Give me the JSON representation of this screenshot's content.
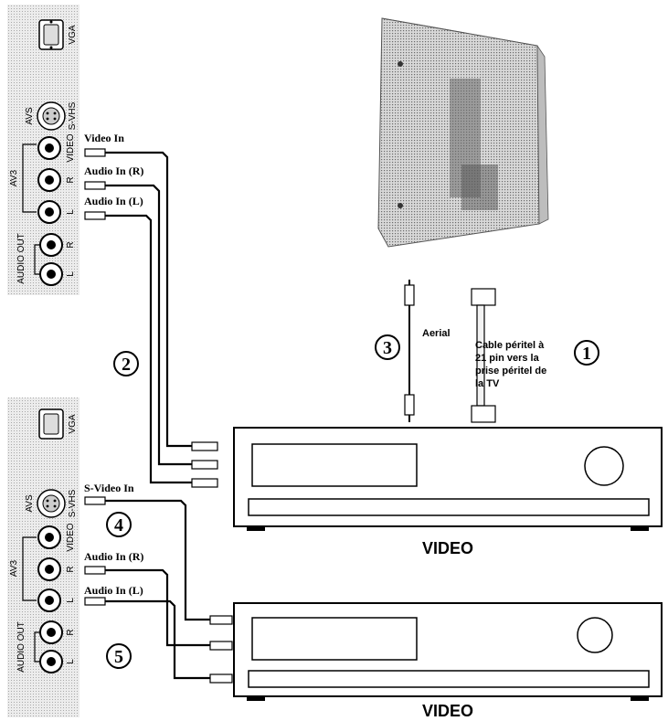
{
  "panel": {
    "vga": "VGA",
    "avs": "AVS",
    "svhs": "S-VHS",
    "av3": "AV3",
    "video": "VIDEO",
    "r": "R",
    "l": "L",
    "audio_out": "AUDIO OUT"
  },
  "labels": {
    "video_in": "Video In",
    "audio_in_r": "Audio In (R)",
    "audio_in_l": "Audio In (L)",
    "s_video_in": "S-Video In",
    "aerial": "Aerial",
    "peritel_1": "Cable péritel à",
    "peritel_2": "21 pin vers la",
    "peritel_3": "prise péritel de",
    "peritel_4": "la TV",
    "vcr1_label": "VIDEO",
    "vcr2_label": "VIDEO"
  },
  "callouts": [
    "1",
    "2",
    "3",
    "4",
    "5"
  ],
  "colors": {
    "ink": "#000000",
    "panel": "#e6e6e6",
    "tv": "#d0d0d0",
    "paper": "#ffffff"
  }
}
